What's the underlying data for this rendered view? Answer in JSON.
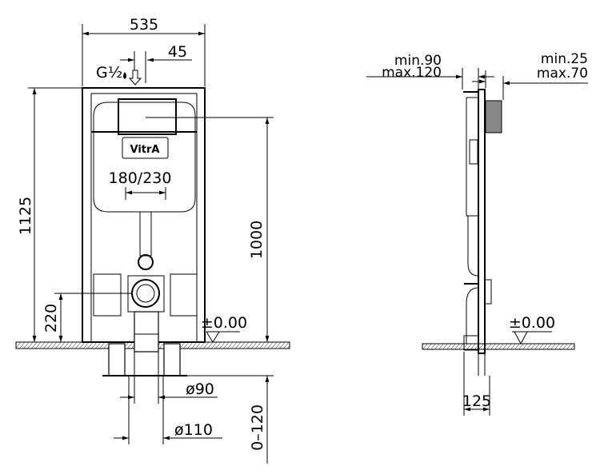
{
  "front_view": {
    "width_label": "535",
    "inlet_offset_label": "45",
    "inlet_thread_label": "G½",
    "logo_text": "VitrA",
    "button_spacing_label": "180/230",
    "total_height_label": "1125",
    "button_height_label": "1000",
    "outlet_height_label": "220",
    "floor_level_label": "±0.00",
    "pipe_small_label": "ø90",
    "pipe_large_label": "ø110",
    "leg_adjust_label": "0–120"
  },
  "side_view": {
    "depth_min_label": "min.90",
    "depth_max_label": "max.120",
    "wall_min_label": "min.25",
    "wall_max_label": "max.70",
    "floor_level_label": "±0.00",
    "leg_depth_label": "125"
  }
}
